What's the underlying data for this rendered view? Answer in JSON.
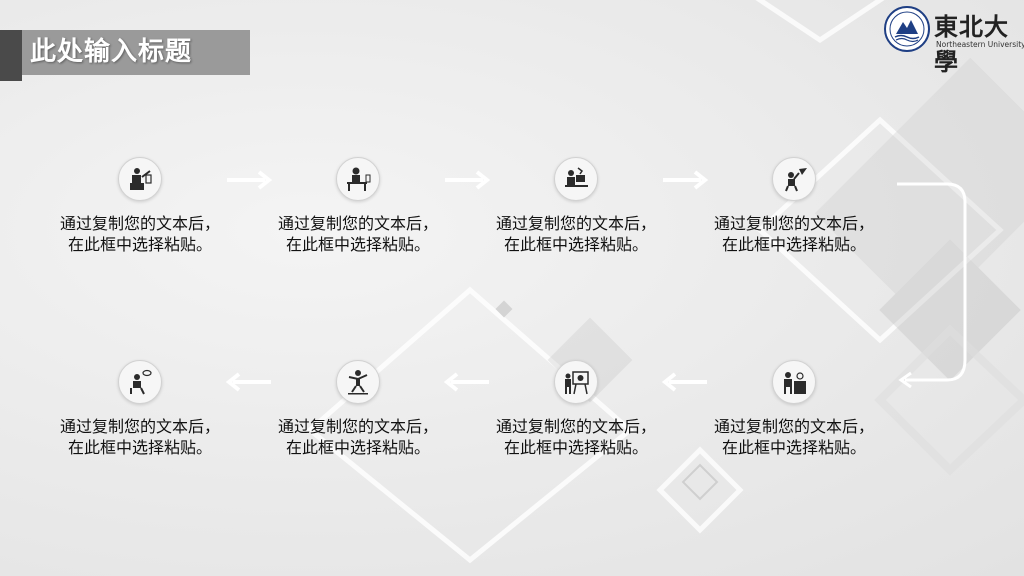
{
  "slide": {
    "title": "此处输入标题"
  },
  "logo": {
    "name_cn": "東北大學",
    "name_en": "Northeastern University"
  },
  "steps": [
    {
      "text": "通过复制您的文本后，在此框中选择粘贴。",
      "icon": "person-desk-writing-icon"
    },
    {
      "text": "通过复制您的文本后，在此框中选择粘贴。",
      "icon": "person-at-table-icon"
    },
    {
      "text": "通过复制您的文本后，在此框中选择粘贴。",
      "icon": "person-computer-lamp-icon"
    },
    {
      "text": "通过复制您的文本后，在此框中选择粘贴。",
      "icon": "person-paper-plane-icon"
    },
    {
      "text": "通过复制您的文本后，在此框中选择粘贴。",
      "icon": "person-presenting-icon"
    },
    {
      "text": "通过复制您的文本后，在此框中选择粘贴。",
      "icon": "person-board-chart-icon"
    },
    {
      "text": "通过复制您的文本后，在此框中选择粘贴。",
      "icon": "person-jumping-icon"
    },
    {
      "text": "通过复制您的文本后，在此框中选择粘贴。",
      "icon": "person-thinking-icon"
    }
  ],
  "colors": {
    "title_bar": "#9a9a9a",
    "title_accent": "#4a4a4a",
    "icon_color": "#2b2b2b",
    "arrow_color": "#ffffff"
  }
}
